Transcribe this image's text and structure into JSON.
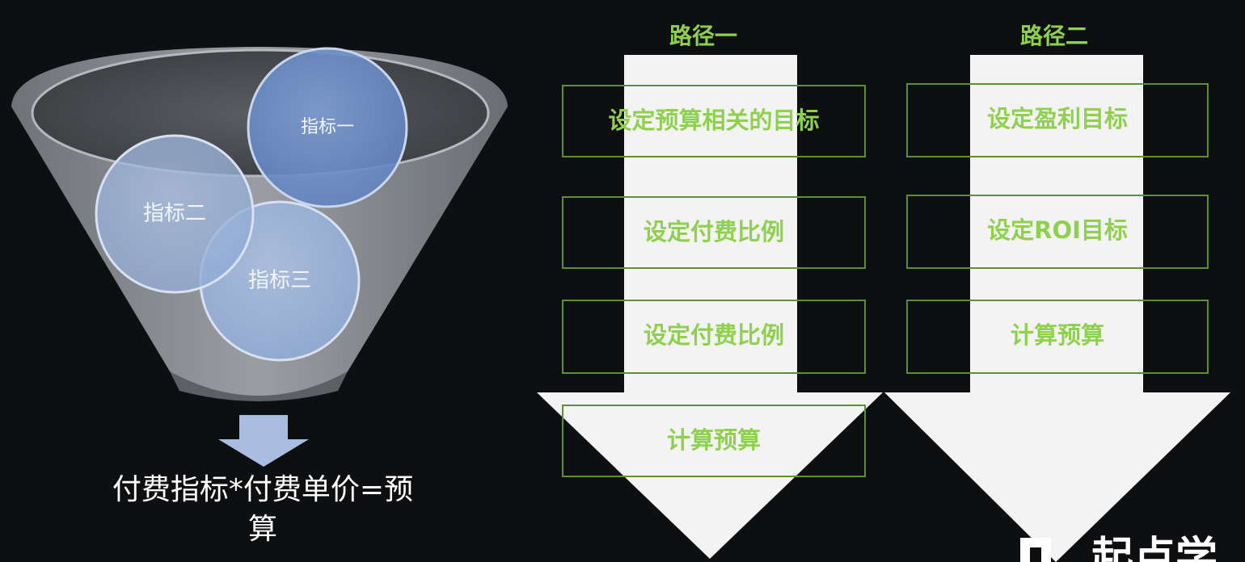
{
  "funnel": {
    "indicators": [
      "指标一",
      "指标二",
      "指标三"
    ],
    "formula_line1": "付费指标*付费单价=预",
    "formula_line2": "算"
  },
  "path1": {
    "title": "路径一",
    "steps": [
      "设定预算相关的目标",
      "设定付费比例",
      "设定付费比例",
      "计算预算"
    ]
  },
  "path2": {
    "title": "路径二",
    "steps": [
      "设定盈利目标",
      "设定ROI目标",
      "计算预算"
    ]
  },
  "brand": {
    "name": "起点学"
  },
  "colors": {
    "background": "#0e0f11",
    "accent_green": "#8fd14f",
    "arrow": "#f3f3f3",
    "circle_blue": "#6a8fc8"
  }
}
